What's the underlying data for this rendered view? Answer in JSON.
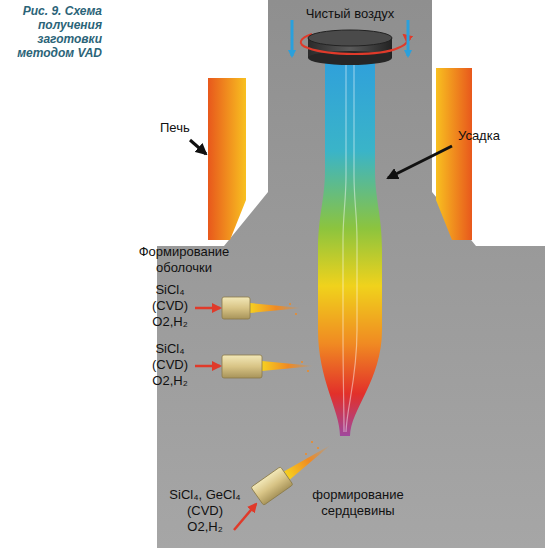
{
  "diagram": {
    "caption": "Рис. 9. Схема получения заготовки методом VAD",
    "labels": [
      "Чистый воздух",
      "Печь",
      "Усадка",
      "Формирование оболочки",
      "SiCl₄ (CVD) O2,H₂",
      "SiCl₄ (CVD) O2,H₂",
      "SiCl₄, GeCl₄ (CVD) O2,H₂",
      "формирование сердцевины"
    ]
  }
}
